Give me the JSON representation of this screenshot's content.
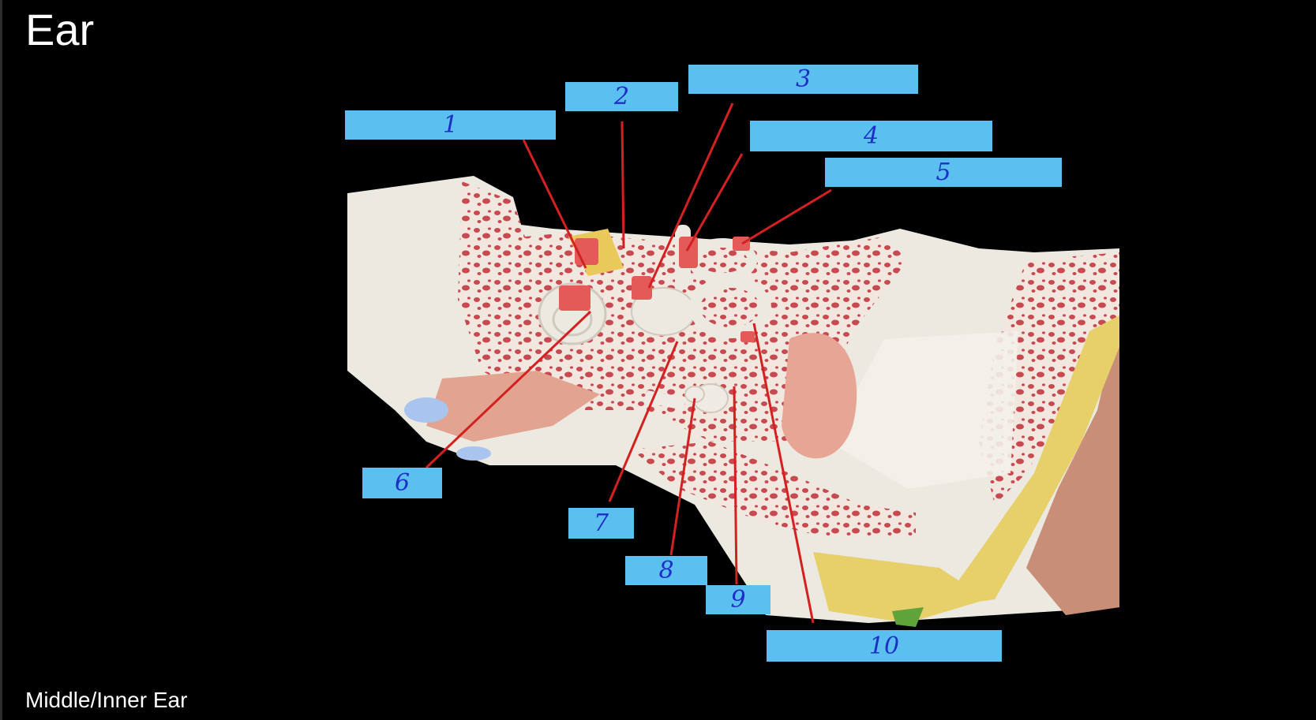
{
  "slide": {
    "title": "Ear",
    "footer": "Middle/Inner Ear"
  },
  "colors": {
    "background": "#000000",
    "label_fill": "#5bc0ef",
    "label_text": "#1d2fc7",
    "leader_line": "#d42020",
    "bone": "#ece9e0",
    "spongy_bone": "#c74a50",
    "nerve": "#e8c95a",
    "membrane": "#e6a595",
    "skin": "#c98e77"
  },
  "labels": [
    {
      "number": "1"
    },
    {
      "number": "2"
    },
    {
      "number": "3"
    },
    {
      "number": "4"
    },
    {
      "number": "5"
    },
    {
      "number": "6"
    },
    {
      "number": "7"
    },
    {
      "number": "8"
    },
    {
      "number": "9"
    },
    {
      "number": "10"
    }
  ]
}
